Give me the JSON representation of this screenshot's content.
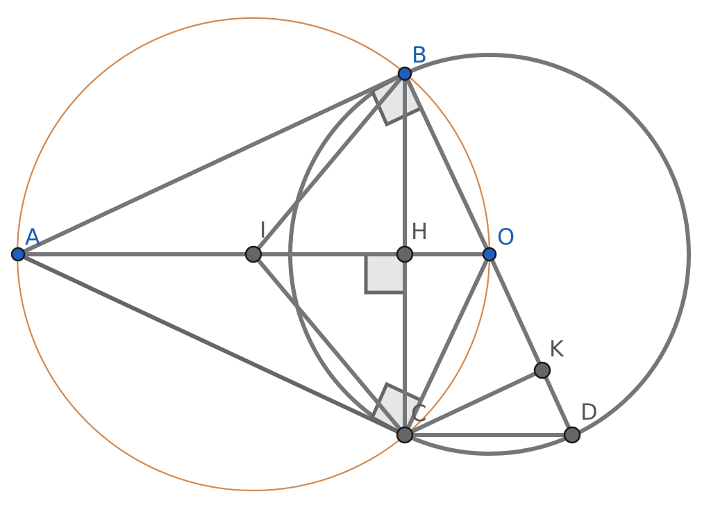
{
  "colors": {
    "line": "#767676",
    "line_dark": "#666666",
    "circle_accent": "#d2894f",
    "blue_point": "#1f5fbf",
    "blue_label": "#1a5fb4",
    "gray_point": "#666666",
    "gray_label": "#555555",
    "right_angle_fill": "#e6e6e6"
  },
  "points": {
    "A": {
      "label": "A"
    },
    "B": {
      "label": "B"
    },
    "O": {
      "label": "O"
    },
    "I": {
      "label": "I"
    },
    "H": {
      "label": "H"
    },
    "C": {
      "label": "C"
    },
    "K": {
      "label": "K"
    },
    "D": {
      "label": "D"
    }
  }
}
